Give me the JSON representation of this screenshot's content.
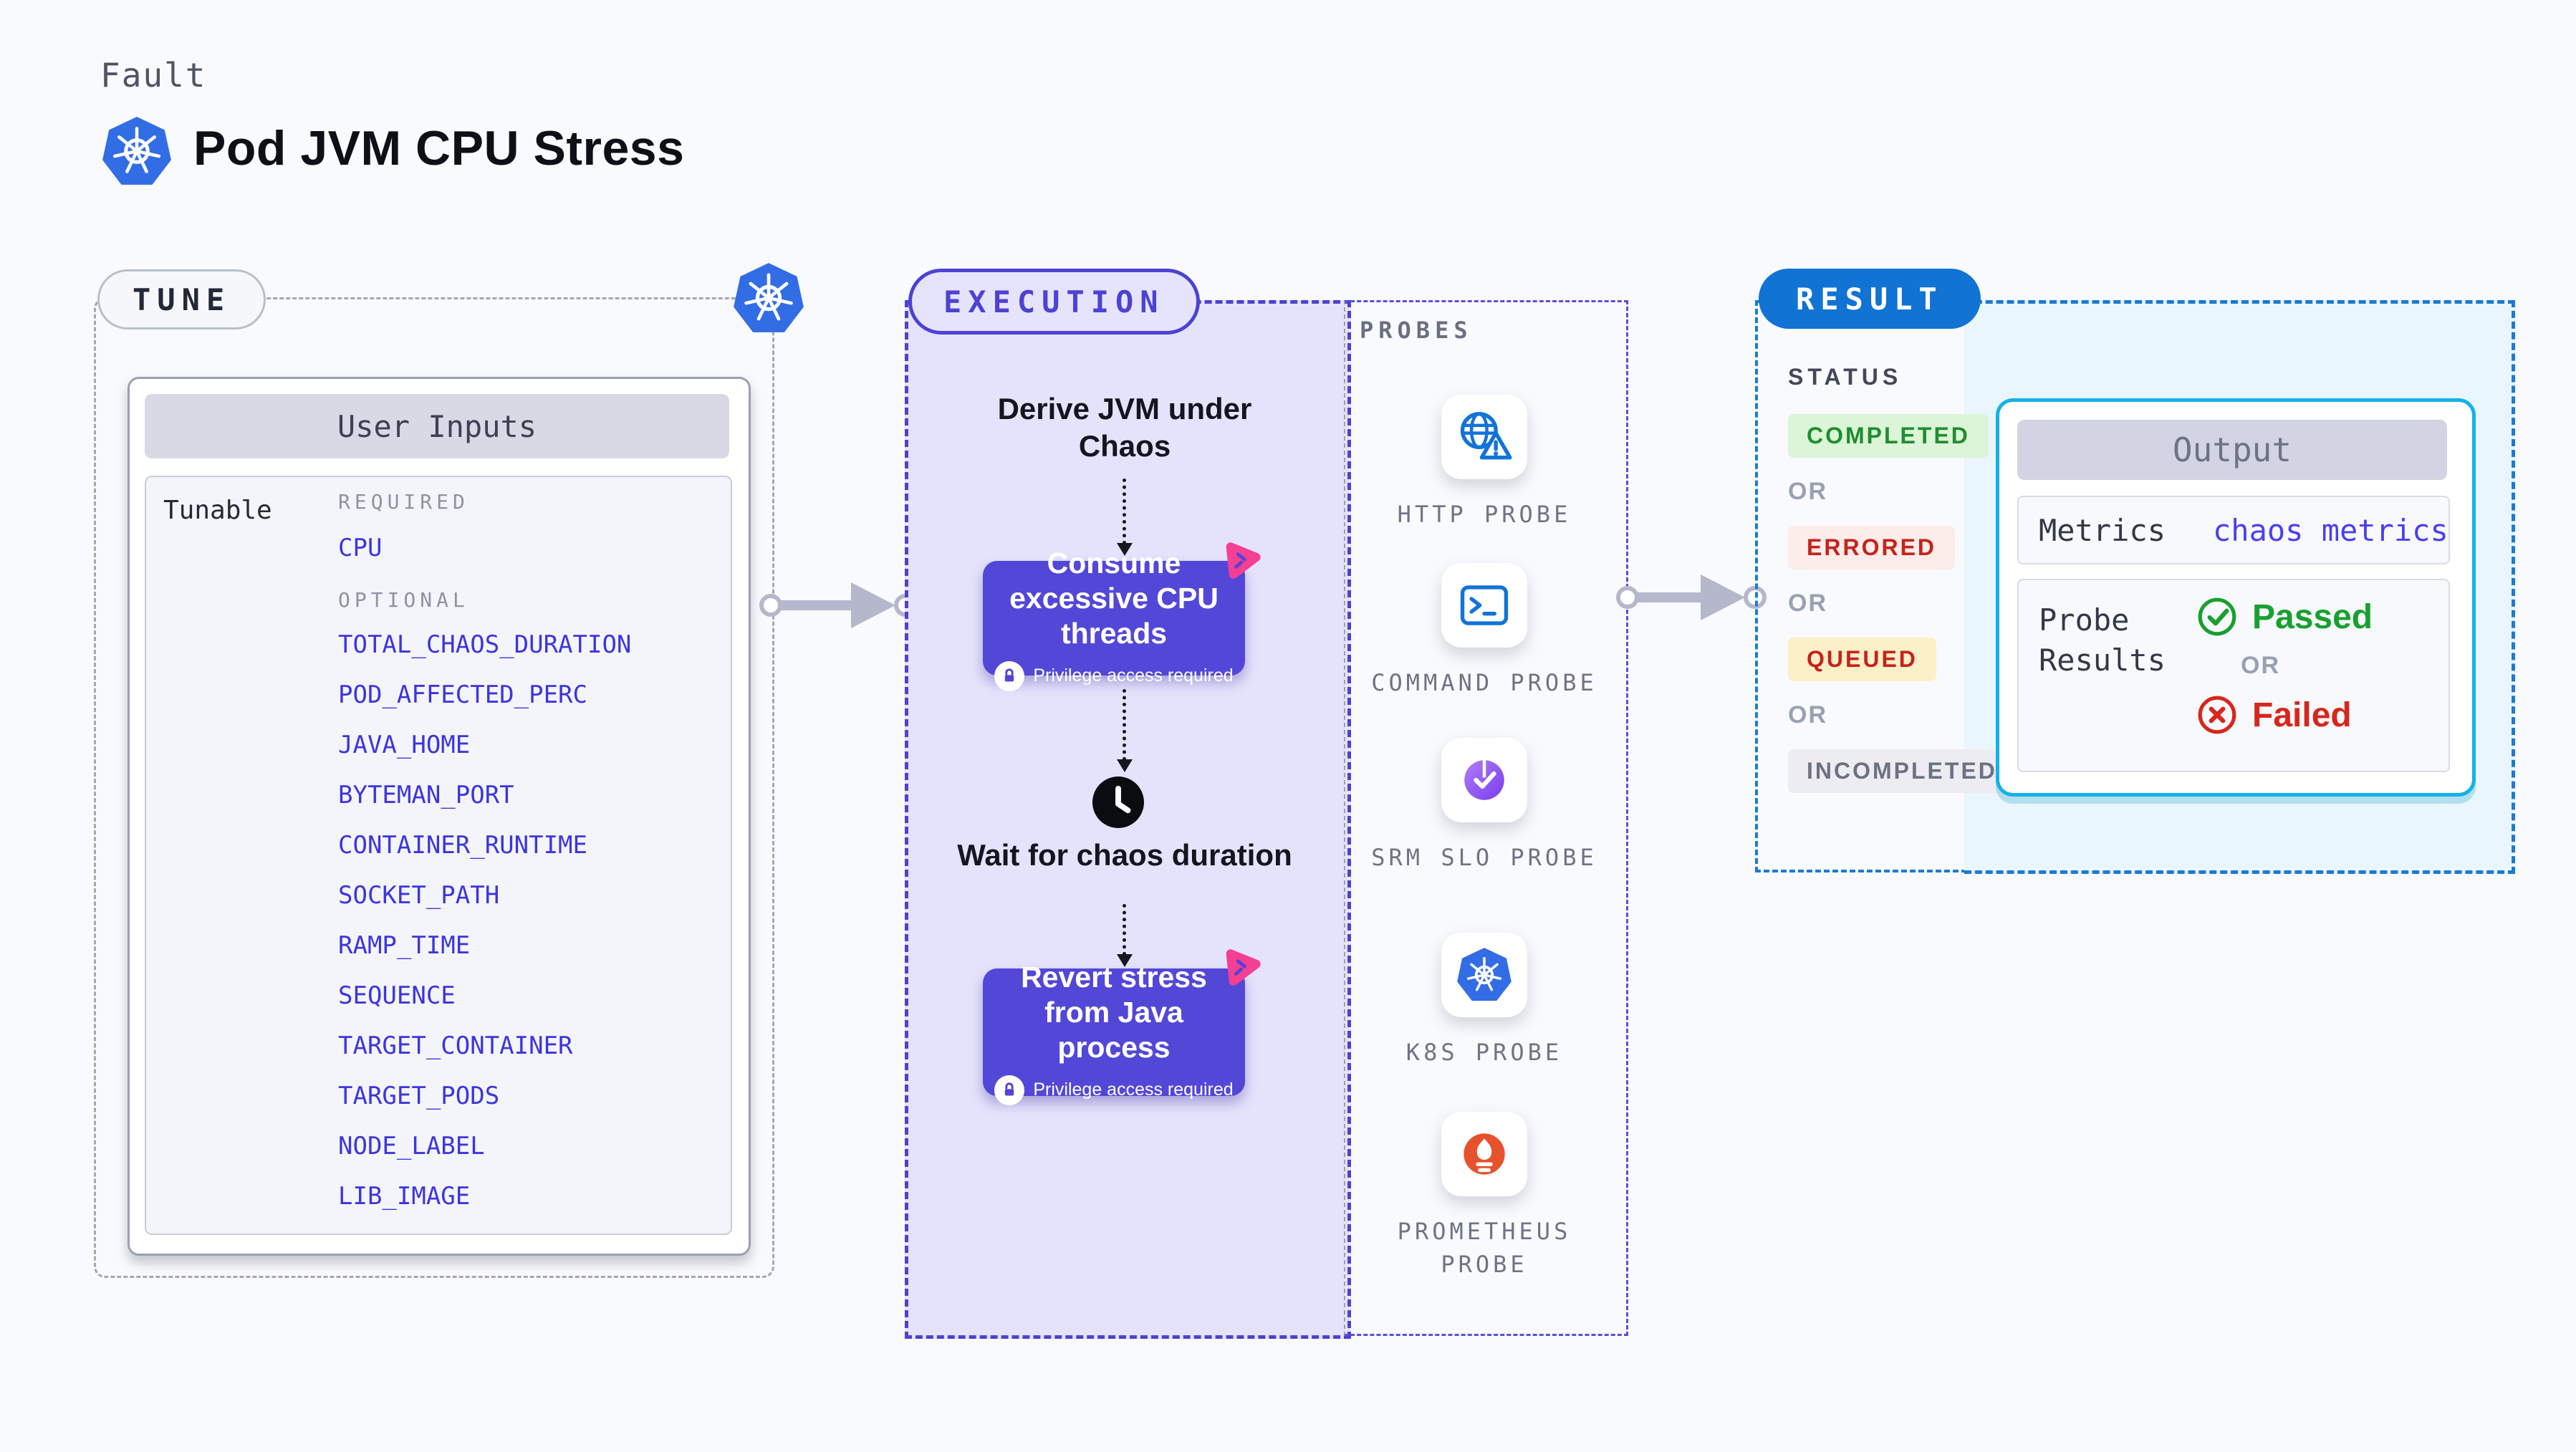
{
  "header": {
    "eyebrow": "Fault",
    "title": "Pod JVM CPU Stress"
  },
  "tune": {
    "badge": "TUNE",
    "panel_title": "User Inputs",
    "row_label": "Tunable",
    "required_label": "REQUIRED",
    "required_items": [
      "CPU"
    ],
    "optional_label": "OPTIONAL",
    "optional_items": [
      "TOTAL_CHAOS_DURATION",
      "POD_AFFECTED_PERC",
      "JAVA_HOME",
      "BYTEMAN_PORT",
      "CONTAINER_RUNTIME",
      "SOCKET_PATH",
      "RAMP_TIME",
      "SEQUENCE",
      "TARGET_CONTAINER",
      "TARGET_PODS",
      "NODE_LABEL",
      "LIB_IMAGE"
    ]
  },
  "execution": {
    "badge": "EXECUTION",
    "derive_step": "Derive JVM under Chaos",
    "consume_step": "Consume excessive CPU threads",
    "wait_step": "Wait for chaos duration",
    "revert_step": "Revert stress from Java process",
    "privilege_note": "Privilege access required"
  },
  "probes": {
    "label": "PROBES",
    "items": [
      {
        "label": "HTTP PROBE",
        "icon": "http-probe-icon"
      },
      {
        "label": "COMMAND PROBE",
        "icon": "command-probe-icon"
      },
      {
        "label": "SRM SLO PROBE",
        "icon": "srm-slo-probe-icon"
      },
      {
        "label": "K8S PROBE",
        "icon": "k8s-probe-icon"
      },
      {
        "label": "PROMETHEUS PROBE",
        "icon": "prometheus-probe-icon"
      }
    ]
  },
  "result": {
    "badge": "RESULT",
    "status_label": "STATUS",
    "or_label": "OR",
    "statuses": [
      {
        "label": "COMPLETED",
        "fg": "#1e8e2e",
        "bg": "#dcf4d8"
      },
      {
        "label": "ERRORED",
        "fg": "#c5231b",
        "bg": "#fcecea"
      },
      {
        "label": "QUEUED",
        "fg": "#c5231b",
        "bg": "#fcf0c8"
      },
      {
        "label": "INCOMPLETED",
        "fg": "#6c7282",
        "bg": "#ececf2"
      }
    ],
    "output": {
      "title": "Output",
      "metrics_label": "Metrics",
      "metrics_value": "chaos metrics",
      "probe_results_label": "Probe Results",
      "passed_label": "Passed",
      "or_label": "OR",
      "failed_label": "Failed"
    }
  },
  "colors": {
    "page_bg": "#f9fafd",
    "param_link": "#3c35e0",
    "execution_accent": "#4d42d4",
    "execution_fill": "#e5e3fb",
    "chaos_card": "#5347d8",
    "litmus_pink": "#f43f93",
    "kubernetes_blue": "#326de6",
    "probe_icon_blue": "#1273d8",
    "result_accent": "#1b7ad6",
    "result_badge_bg": "#1173d4",
    "output_fill": "#e9f6fd",
    "output_card_border": "#14b2e6",
    "passed_green": "#18a02e",
    "failed_red": "#d7271d",
    "arrow_gray": "#b5b7cb"
  }
}
